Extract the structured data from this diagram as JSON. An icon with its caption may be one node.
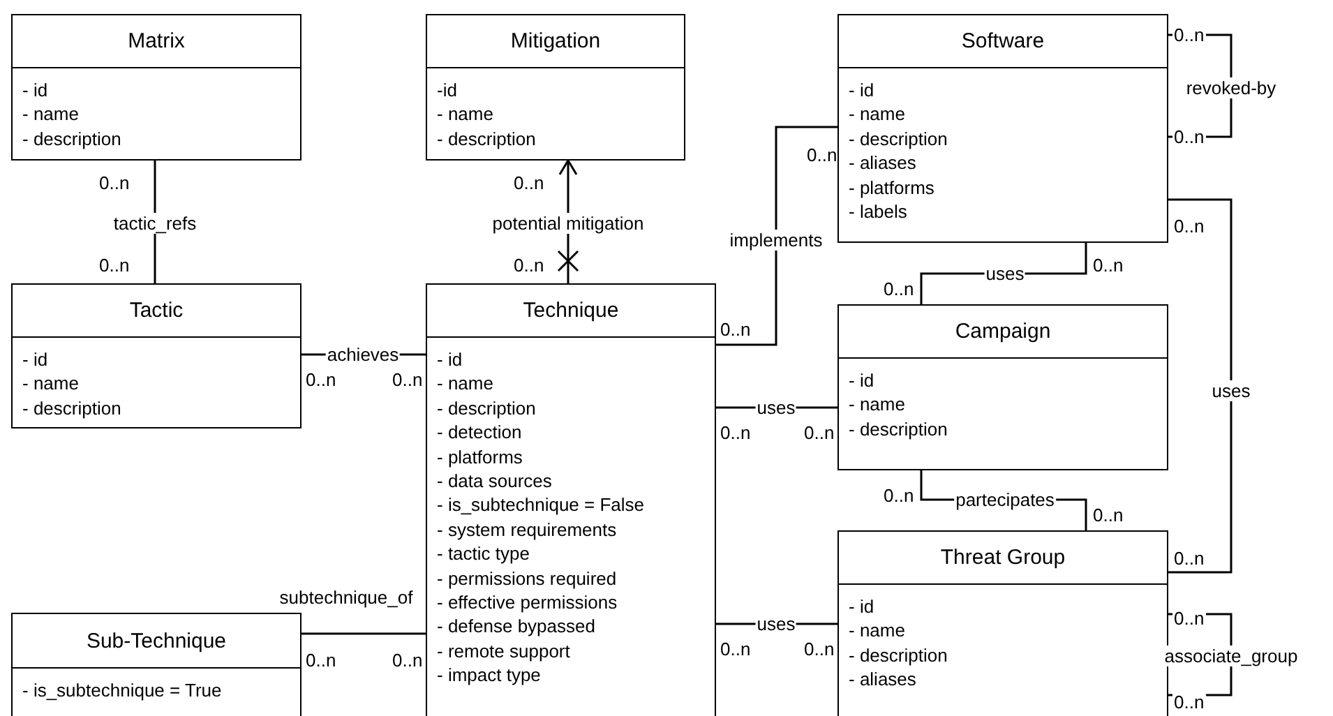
{
  "diagram": {
    "nodes": [
      {
        "text": [
          "Matrix",
          "- id",
          "- name",
          "- description"
        ]
      },
      {
        "text": [
          "Mitigation",
          "-id",
          "- name",
          "- description"
        ]
      },
      {
        "text": [
          "Software",
          "- id",
          "- name",
          "- description",
          "- aliases",
          "- platforms",
          "- labels"
        ]
      },
      {
        "text": [
          "Tactic",
          "- id",
          "- name",
          "- description"
        ]
      },
      {
        "text": [
          "Technique",
          "- id",
          "- name",
          "- description",
          "- detection",
          "- platforms",
          "- data sources",
          "- is_subtechnique = False",
          "- system requirements",
          "- tactic type",
          "- permissions required",
          "- effective permissions",
          "- defense bypassed",
          "- remote support",
          "- impact type"
        ]
      },
      {
        "text": [
          "Campaign",
          "- id",
          "- name",
          "- description"
        ]
      },
      {
        "text": [
          "Threat Group",
          "- id",
          "- name",
          "- description",
          "- aliases"
        ]
      },
      {
        "text": [
          "Sub-Technique",
          "- is_subtechnique = True"
        ]
      }
    ],
    "edges": [
      {
        "from": 0,
        "to": 3,
        "arrow": "none",
        "label": "tactic_refs"
      },
      {
        "from": 4,
        "to": 1,
        "arrow": "to",
        "label": "potential mitigation"
      },
      {
        "from": 4,
        "to": 2,
        "arrow": "none",
        "label": "implements"
      },
      {
        "from": 3,
        "to": 4,
        "arrow": "none",
        "label": "achieves"
      },
      {
        "from": 2,
        "to": 5,
        "arrow": "none",
        "label": "uses"
      },
      {
        "from": 4,
        "to": 5,
        "arrow": "none",
        "label": "uses"
      },
      {
        "from": 5,
        "to": 6,
        "arrow": "none",
        "label": "partecipates"
      },
      {
        "from": 2,
        "to": 6,
        "arrow": "none",
        "label": "uses"
      },
      {
        "from": 2,
        "to": 2,
        "arrow": "none",
        "label": "revoked-by"
      },
      {
        "from": 7,
        "to": 4,
        "arrow": "none",
        "label": "subtechnique_of"
      },
      {
        "from": 4,
        "to": 6,
        "arrow": "none",
        "label": "uses"
      },
      {
        "from": 6,
        "to": 6,
        "arrow": "none",
        "label": "associate_group"
      }
    ],
    "labels": [
      "0..n",
      "0..n",
      "0..n",
      "0..n",
      "0..n",
      "0..n",
      "0..n",
      "0..n",
      "0..n",
      "0..n",
      "0..n",
      "0..n",
      "0..n",
      "0..n",
      "0..n",
      "0..n",
      "0..n",
      "0..n",
      "0..n",
      "0..n",
      "0..n",
      "0..n",
      "0..n",
      "0..n"
    ]
  }
}
